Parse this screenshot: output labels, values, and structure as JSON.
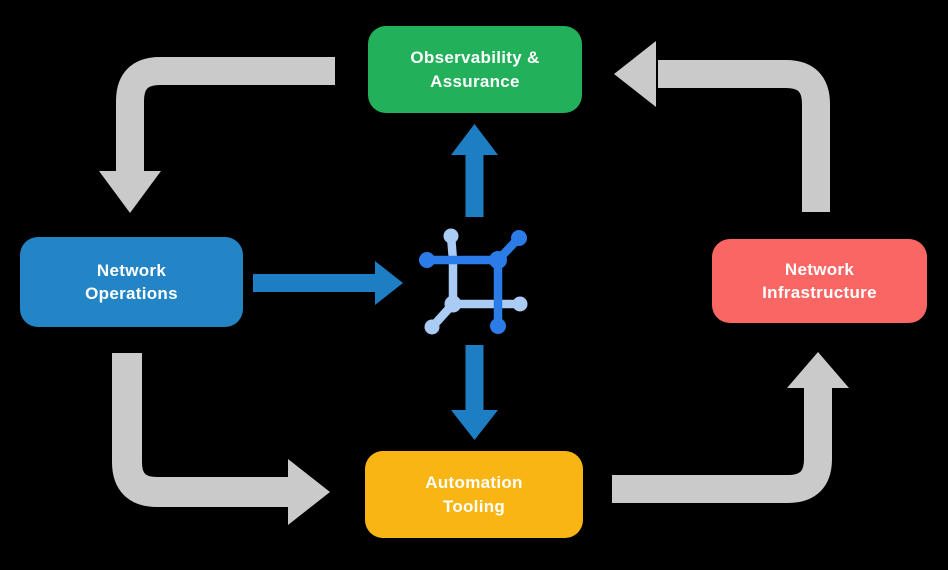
{
  "colors": {
    "background": "#000000",
    "text": "#FFFFFF",
    "green": "#22B05B",
    "blue": "#2385C6",
    "red": "#F96663",
    "yellow": "#F9B513",
    "arrow_gray": "#CACACA",
    "arrow_blue": "#1E7EC4",
    "icon_dark_blue": "#2C7CE8",
    "icon_light_blue": "#A9CBF4"
  },
  "diagram": {
    "nodes": {
      "observability": {
        "line1": "Observability &",
        "line2": "Assurance",
        "color_key": "green"
      },
      "operations": {
        "line1": "Network",
        "line2": "Operations",
        "color_key": "blue"
      },
      "infrastructure": {
        "line1": "Network",
        "line2": "Infrastructure",
        "color_key": "red"
      },
      "automation": {
        "line1": "Automation",
        "line2": "Tooling",
        "color_key": "yellow"
      }
    },
    "core_icon": "network-automation-icon",
    "flows": [
      {
        "from": "observability",
        "to": "operations",
        "style": "gray"
      },
      {
        "from": "operations",
        "to": "automation",
        "style": "gray"
      },
      {
        "from": "automation",
        "to": "infrastructure",
        "style": "gray"
      },
      {
        "from": "infrastructure",
        "to": "observability",
        "style": "gray"
      },
      {
        "from": "operations",
        "to": "core",
        "style": "blue"
      },
      {
        "from": "core",
        "to": "observability",
        "style": "blue"
      },
      {
        "from": "core",
        "to": "automation",
        "style": "blue"
      }
    ]
  }
}
